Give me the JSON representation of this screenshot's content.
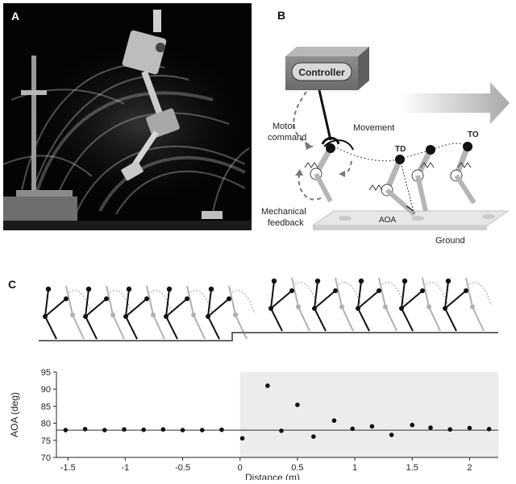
{
  "panels": {
    "a": {
      "label": "A"
    },
    "b": {
      "label": "B"
    },
    "c": {
      "label": "C"
    }
  },
  "diagram_b": {
    "controller_label": "Controller",
    "motor_command_line1": "Motor",
    "motor_command_line2": "command",
    "movement_label": "Movement",
    "td_label": "TD",
    "to_label": "TO",
    "mechanical_feedback_line1": "Mechanical",
    "mechanical_feedback_line2": "feedback",
    "aoa_label": "AOA",
    "ground_label": "Ground"
  },
  "chart_data": {
    "type": "scatter",
    "xlabel": "Distance (m)",
    "ylabel": "AOA (deg)",
    "xlim": [
      -1.6,
      2.25
    ],
    "ylim": [
      70,
      95
    ],
    "xticks": [
      -1.5,
      -1,
      -0.5,
      0,
      0.5,
      1,
      1.5,
      2
    ],
    "xtick_labels": [
      "-1.5",
      "-1",
      "-0.5",
      "0",
      "0.5",
      "1",
      "1.5",
      "2"
    ],
    "yticks": [
      70,
      75,
      80,
      85,
      90,
      95
    ],
    "reference_line_y": 78,
    "shaded_region_x": [
      0,
      2.25
    ],
    "x": [
      -1.52,
      -1.35,
      -1.18,
      -1.01,
      -0.84,
      -0.67,
      -0.5,
      -0.33,
      -0.16,
      0.02,
      0.24,
      0.36,
      0.5,
      0.64,
      0.82,
      0.98,
      1.15,
      1.32,
      1.5,
      1.66,
      1.83,
      2.0,
      2.17
    ],
    "y": [
      78,
      78.3,
      78,
      78.2,
      78.1,
      78.2,
      78,
      78,
      78.1,
      75.6,
      91,
      77.8,
      85.4,
      76.1,
      80.8,
      78.4,
      79.1,
      76.6,
      79.5,
      78.7,
      78.2,
      78.6,
      78.3
    ]
  }
}
